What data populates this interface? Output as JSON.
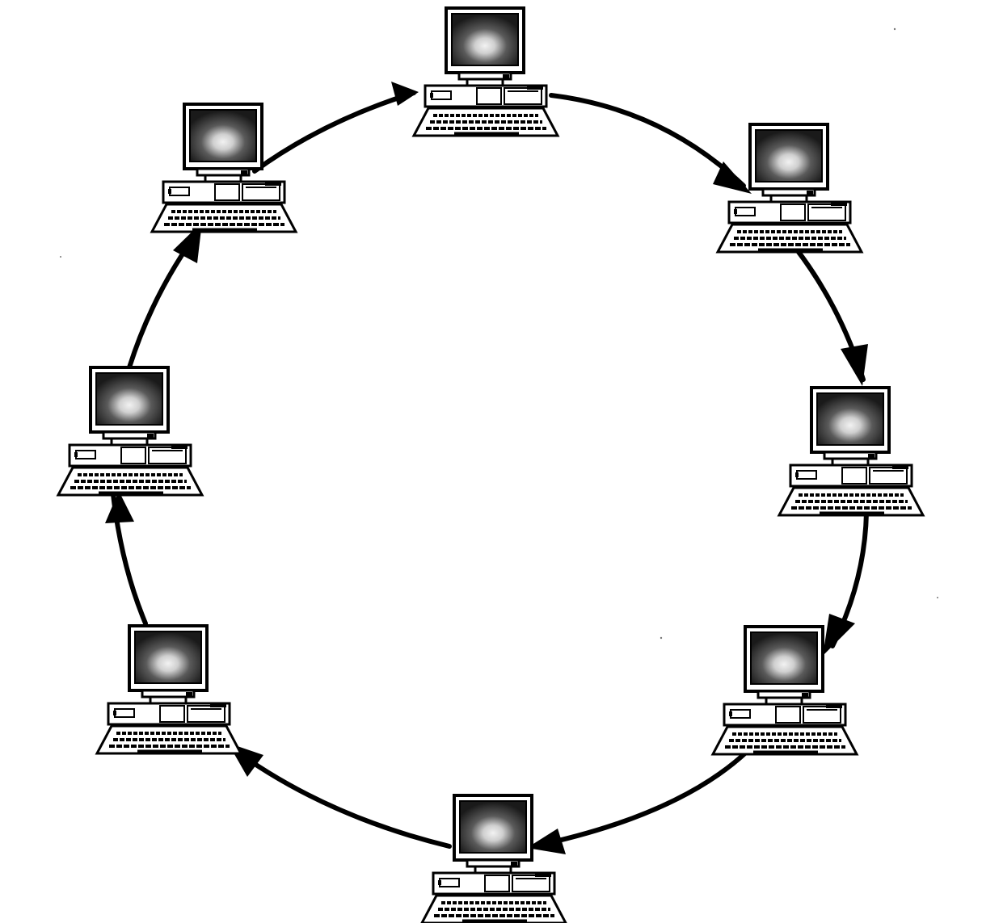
{
  "diagram": {
    "type": "ring-network",
    "direction": "clockwise",
    "node_icon": "desktop-computer-icon",
    "colors": {
      "background": "#ffffff",
      "ink": "#000000",
      "screen_dark": "#1a1a1a",
      "screen_glow": "#f2f2f2"
    },
    "nodes": [
      {
        "id": "computer-top"
      },
      {
        "id": "computer-top-right"
      },
      {
        "id": "computer-right"
      },
      {
        "id": "computer-bottom-right"
      },
      {
        "id": "computer-bottom"
      },
      {
        "id": "computer-bottom-left"
      },
      {
        "id": "computer-left"
      },
      {
        "id": "computer-top-left"
      }
    ],
    "links": [
      {
        "from": "computer-top",
        "to": "computer-top-right"
      },
      {
        "from": "computer-top-right",
        "to": "computer-right"
      },
      {
        "from": "computer-right",
        "to": "computer-bottom-right"
      },
      {
        "from": "computer-bottom-right",
        "to": "computer-bottom"
      },
      {
        "from": "computer-bottom",
        "to": "computer-bottom-left"
      },
      {
        "from": "computer-bottom-left",
        "to": "computer-left"
      },
      {
        "from": "computer-left",
        "to": "computer-top-left"
      },
      {
        "from": "computer-top-left",
        "to": "computer-top"
      }
    ]
  }
}
